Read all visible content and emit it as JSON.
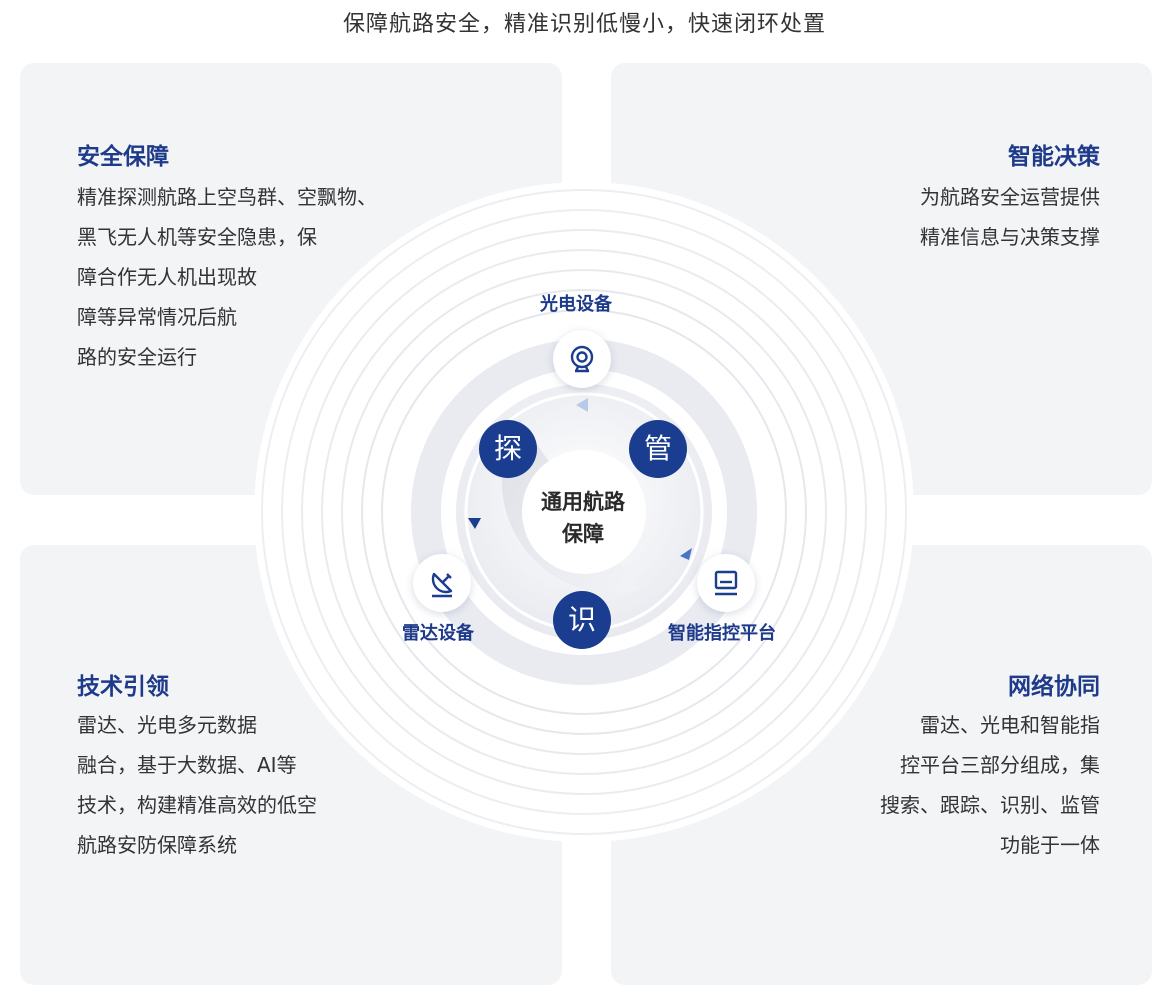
{
  "subtitle": "保障航路安全，精准识别低慢小，快速闭环处置",
  "panels": {
    "top_left": {
      "title": "安全保障",
      "lines": [
        "精准探测航路上空鸟群、空飘物、",
        "黑飞无人机等安全隐患，保",
        "障合作无人机出现故",
        "障等异常情况后航",
        "路的安全运行"
      ]
    },
    "top_right": {
      "title": "智能决策",
      "lines": [
        "为航路安全运营提供",
        "精准信息与决策支撑"
      ]
    },
    "bottom_left": {
      "title": "技术引领",
      "lines": [
        "雷达、光电多元数据",
        "融合，基于大数据、AI等",
        "技术，构建精准高效的低空",
        "航路安防保障系统"
      ]
    },
    "bottom_right": {
      "title": "网络协同",
      "lines": [
        "雷达、光电和智能指",
        "控平台三部分组成，集",
        "搜索、跟踪、识别、监管",
        "功能于一体"
      ]
    }
  },
  "center": {
    "label_line1": "通用航路",
    "label_line2": "保障",
    "nodes": {
      "tan": "探",
      "guan": "管",
      "shi": "识"
    },
    "devices": {
      "camera": {
        "label": "光电设备",
        "icon": "camera-icon"
      },
      "radar": {
        "label": "雷达设备",
        "icon": "radar-dish-icon"
      },
      "platform": {
        "label": "智能指控平台",
        "icon": "monitor-icon"
      }
    }
  },
  "colors": {
    "accent": "#1a3d8f",
    "title": "#1e3a8a",
    "panel_bg": "#f3f4f6",
    "ring": "#e8eaf0"
  }
}
